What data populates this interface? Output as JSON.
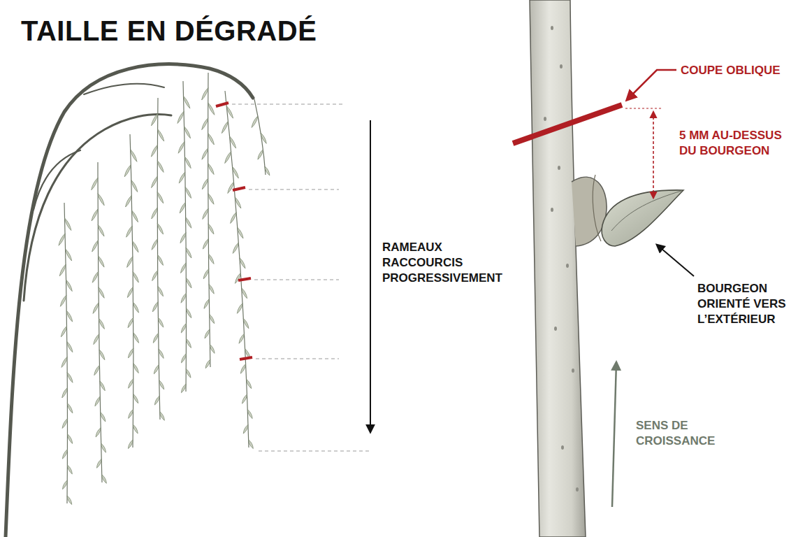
{
  "diagram": {
    "title": "TAILLE EN DÉGRADÉ",
    "labels": [
      "RAMEAUX RACCOURCIS PROGRESSIVEMENT",
      "COUPE OBLIQUE",
      "5 MM AU-DESSUS DU BOURGEON",
      "BOURGEON ORIENTÉ VERS L’EXTÉRIEUR",
      "SENS DE CROISSANCE"
    ]
  }
}
